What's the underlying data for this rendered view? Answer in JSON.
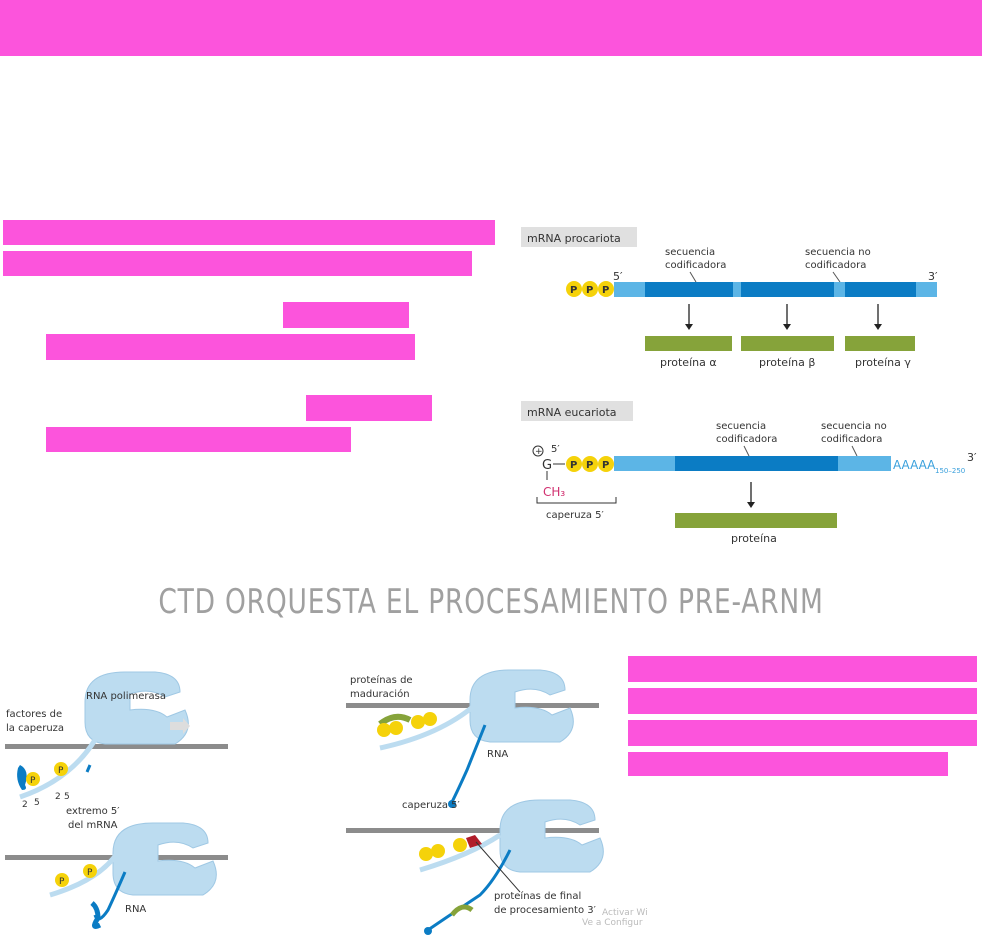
{
  "colors": {
    "highlight": "#fc54dc",
    "mrna_light": "#5cb5e6",
    "mrna_dark": "#0b7cc4",
    "protein": "#86a33a",
    "phosphate": "#f5d20a",
    "cap": "#d13070"
  },
  "figure_top": {
    "prokaryote": {
      "label": "mRNA procariota",
      "five": "5′",
      "three": "3′",
      "coding": [
        "secuencia",
        "codificadora"
      ],
      "noncoding": [
        "secuencia no",
        "codificadora"
      ],
      "proteins": [
        "proteína α",
        "proteína β",
        "proteína γ"
      ],
      "phosphate": "P"
    },
    "eukaryote": {
      "label": "mRNA eucariota",
      "five": "5′",
      "three": "3′",
      "plus": "+",
      "g": "G",
      "ch3": "CH₃",
      "coding": [
        "secuencia",
        "codificadora"
      ],
      "noncoding": [
        "secuencia no",
        "codificadora"
      ],
      "polyA": "AAAAA",
      "polyA_sub": "150–250",
      "cap": "caperuza 5′",
      "protein": "proteína"
    }
  },
  "section_title": "CTD ORQUESTA EL PROCESAMIENTO PRE-ARNM",
  "figure_bottom": {
    "rna_polymerase": "RNA polimerasa",
    "cap_factors": [
      "factores de",
      "la caperuza"
    ],
    "five_end": [
      "extremo 5′",
      "del mRNA"
    ],
    "rna": "RNA",
    "maturation": [
      "proteínas de",
      "maduración"
    ],
    "cap5": "caperuza 5′",
    "end_proteins": [
      "proteínas de final",
      "de procesamiento 3′"
    ],
    "two": "2",
    "five": "5",
    "p": "P"
  },
  "watermark": [
    "Activar Wi",
    "Ve a Configur"
  ]
}
